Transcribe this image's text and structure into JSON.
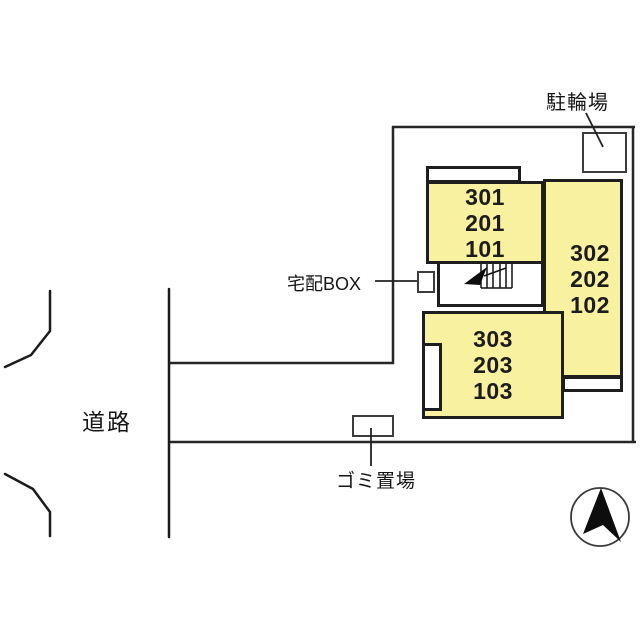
{
  "plan": {
    "road_label": "道路",
    "bicycle_parking_label": "駐輪場",
    "delivery_box_label": "宅配BOX",
    "garbage_label": "ゴミ置場",
    "units": {
      "block_a": [
        "301",
        "201",
        "101"
      ],
      "block_b": [
        "302",
        "202",
        "102"
      ],
      "block_c": [
        "303",
        "203",
        "103"
      ]
    },
    "colors": {
      "unit_fill": "#F8F1A0",
      "line": "#1e1e1e",
      "background": "#ffffff"
    }
  }
}
